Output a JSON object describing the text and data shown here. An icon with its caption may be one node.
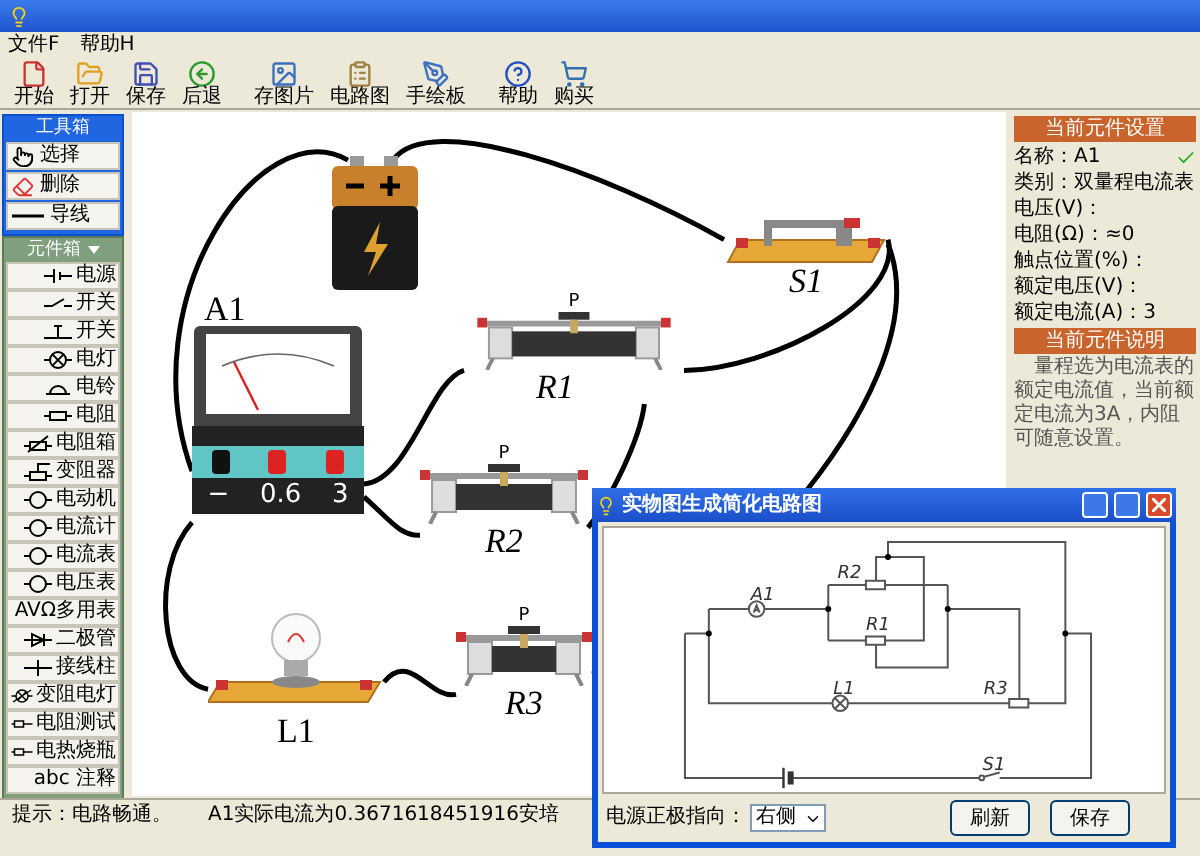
{
  "diagram": {
    "nodes": [
      {
        "text": [],
        "shape": "picture"
      },
      {
        "text": [
          "S1"
        ]
      },
      {
        "text": [
          "A1",
          "−",
          "0.6",
          "3"
        ]
      },
      {
        "text": [
          "P",
          "R1"
        ]
      },
      {
        "text": [
          "P",
          "R2"
        ]
      },
      {
        "text": [
          "P",
          "R3"
        ]
      },
      {
        "text": [
          "L1"
        ]
      }
    ],
    "edges": [
      {
        "from": 0,
        "to": 2,
        "arrow": "none"
      },
      {
        "from": 0,
        "to": 1,
        "arrow": "none"
      },
      {
        "from": 1,
        "to": 3,
        "arrow": "none"
      },
      {
        "from": 1,
        "to": 5,
        "arrow": "none"
      },
      {
        "from": 2,
        "to": 3,
        "arrow": "none"
      },
      {
        "from": 2,
        "to": 4,
        "arrow": "none"
      },
      {
        "from": 4,
        "to": 3,
        "arrow": "none"
      },
      {
        "from": 2,
        "to": 6,
        "arrow": "none"
      },
      {
        "from": 6,
        "to": 5,
        "arrow": "none"
      }
    ],
    "labels": [
      "文件F",
      "帮助H",
      "开始",
      "打开",
      "保存",
      "后退",
      "存图片",
      "电路图",
      "手绘板",
      "帮助",
      "购买",
      "工具箱",
      "选择",
      "删除",
      "导线",
      "元件箱",
      "电源",
      "开关",
      "开关",
      "电灯",
      "电铃",
      "电阻",
      "电阻箱",
      "变阻器",
      "电动机",
      "电流计",
      "电流表",
      "电压表",
      "AVΩ多用表",
      "二极管",
      "接线柱",
      "变阻电灯",
      "电阻测试",
      "电热烧瓶",
      "abc 注释",
      "当前元件设置",
      "名称：A1",
      "类别：双量程电流表",
      "电压(V)：",
      "电阻(Ω)：≈0",
      "触点位置(%)：",
      "额定电压(V)：",
      "额定电流(A)：3",
      "当前元件说明",
      "量程选为电流表的额定电流值，当前额定电流为3A，内阻可随意设置。",
      "提示：电路畅通。",
      "A1实际电流为0.3671618451916安培",
      "实物图生成简化电路图",
      "A1",
      "R2",
      "R1",
      "L1",
      "R3",
      "S1",
      "电源正极指向：",
      "右侧",
      "刷新",
      "保存"
    ]
  }
}
